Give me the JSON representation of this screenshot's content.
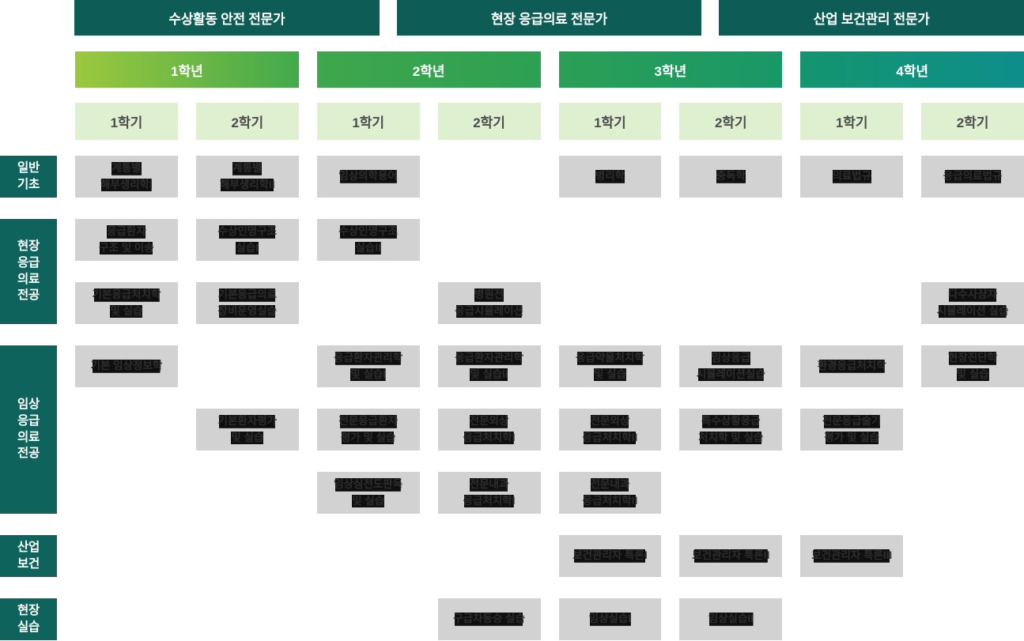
{
  "colors": {
    "expert_banner": "#0d5c55",
    "section_label": "#0e645c",
    "semester_bg": "#def0d0",
    "semester_text": "#4d4d4d",
    "course_cell_bg": "#d2d2d2",
    "course_cell_text": "#2e2e2e",
    "course_cell_highlight": "#0f0f0f"
  },
  "experts": [
    {
      "label": "수상활동 안전 전문가"
    },
    {
      "label": "현장 응급의료 전문가"
    },
    {
      "label": "산업 보건관리 전문가"
    }
  ],
  "years": [
    {
      "label": "1학년",
      "gradient": [
        "#9cc83e",
        "#41a94b"
      ]
    },
    {
      "label": "2학년",
      "gradient": [
        "#3fa74c",
        "#2da053"
      ]
    },
    {
      "label": "3학년",
      "gradient": [
        "#2b9f55",
        "#189868"
      ]
    },
    {
      "label": "4학년",
      "gradient": [
        "#13956f",
        "#0e8e8b"
      ]
    }
  ],
  "semesters": [
    "1학기",
    "2학기",
    "1학기",
    "2학기",
    "1학기",
    "2학기",
    "1학기",
    "2학기"
  ],
  "sections": [
    {
      "id": "general-basic",
      "label": [
        "일반",
        "기초"
      ],
      "rows": [
        [
          {
            "col": 1,
            "lines": [
              "계통별",
              "해부생리학I"
            ]
          },
          {
            "col": 2,
            "lines": [
              "계통별",
              "해부생리학II"
            ]
          },
          {
            "col": 3,
            "lines": [
              "임상의학용어"
            ]
          },
          {
            "col": 5,
            "lines": [
              "병리학"
            ]
          },
          {
            "col": 6,
            "lines": [
              "중독학"
            ]
          },
          {
            "col": 7,
            "lines": [
              "의료법규"
            ]
          },
          {
            "col": 8,
            "lines": [
              "응급의료법규"
            ]
          }
        ]
      ]
    },
    {
      "id": "field-emergency-major",
      "label": [
        "현장",
        "응급",
        "의료",
        "전공"
      ],
      "rows": [
        [
          {
            "col": 1,
            "lines": [
              "응급환자",
              "구조 및 이송"
            ]
          },
          {
            "col": 2,
            "lines": [
              "수상인명구조",
              "실습I"
            ]
          },
          {
            "col": 3,
            "lines": [
              "수상인명구조",
              "실습II"
            ]
          }
        ],
        [
          {
            "col": 1,
            "lines": [
              "기본응급처치학",
              "및 실습"
            ]
          },
          {
            "col": 2,
            "lines": [
              "기본응급의료",
              "장비운영실습"
            ]
          },
          {
            "col": 4,
            "lines": [
              "병원전",
              "응급시뮬레이션"
            ]
          },
          {
            "col": 8,
            "lines": [
              "다수사상자",
              "시뮬레이션 실습"
            ]
          }
        ]
      ]
    },
    {
      "id": "clinical-emergency-major",
      "label": [
        "임상",
        "응급",
        "의료",
        "전공"
      ],
      "rows": [
        [
          {
            "col": 1,
            "lines": [
              "기본 임상정보학"
            ]
          },
          {
            "col": 3,
            "lines": [
              "응급환자관리학",
              "및 실습I"
            ]
          },
          {
            "col": 4,
            "lines": [
              "응급환자관리학",
              "및 실습II"
            ]
          },
          {
            "col": 5,
            "lines": [
              "응급약물처치학",
              "및 실습"
            ]
          },
          {
            "col": 6,
            "lines": [
              "임상응급",
              "시뮬레이션실습"
            ]
          },
          {
            "col": 7,
            "lines": [
              "환경응급처치학"
            ]
          },
          {
            "col": 8,
            "lines": [
              "현장진단학",
              "및 실습"
            ]
          }
        ],
        [
          {
            "col": 2,
            "lines": [
              "기본환자평가",
              "및 실습"
            ]
          },
          {
            "col": 3,
            "lines": [
              "전문응급환자",
              "평가 및 실습"
            ]
          },
          {
            "col": 4,
            "lines": [
              "전문외상",
              "응급처치학I"
            ]
          },
          {
            "col": 5,
            "lines": [
              "전문외상",
              "응급처치학II"
            ]
          },
          {
            "col": 6,
            "lines": [
              "특수상황응급",
              "처치학 및 실습"
            ]
          },
          {
            "col": 7,
            "lines": [
              "전문응급술기",
              "평가 및 실습"
            ]
          }
        ],
        [
          {
            "col": 3,
            "lines": [
              "임상심전도판독",
              "및 실습"
            ]
          },
          {
            "col": 4,
            "lines": [
              "전문내과",
              "응급처치학I"
            ]
          },
          {
            "col": 5,
            "lines": [
              "전문내과",
              "응급처치학II"
            ]
          }
        ]
      ]
    },
    {
      "id": "industrial-health",
      "label": [
        "산업",
        "보건"
      ],
      "rows": [
        [
          {
            "col": 5,
            "lines": [
              "보건관리자 특론I"
            ]
          },
          {
            "col": 6,
            "lines": [
              "보건관리자 특론II"
            ]
          },
          {
            "col": 7,
            "lines": [
              "보건관리자 특론III"
            ]
          }
        ]
      ]
    },
    {
      "id": "field-practice",
      "label": [
        "현장",
        "실습"
      ],
      "rows": [
        [
          {
            "col": 4,
            "lines": [
              "구급차동승 실습"
            ]
          },
          {
            "col": 5,
            "lines": [
              "임상실습I"
            ]
          },
          {
            "col": 6,
            "lines": [
              "임상실습II"
            ]
          }
        ]
      ]
    }
  ]
}
